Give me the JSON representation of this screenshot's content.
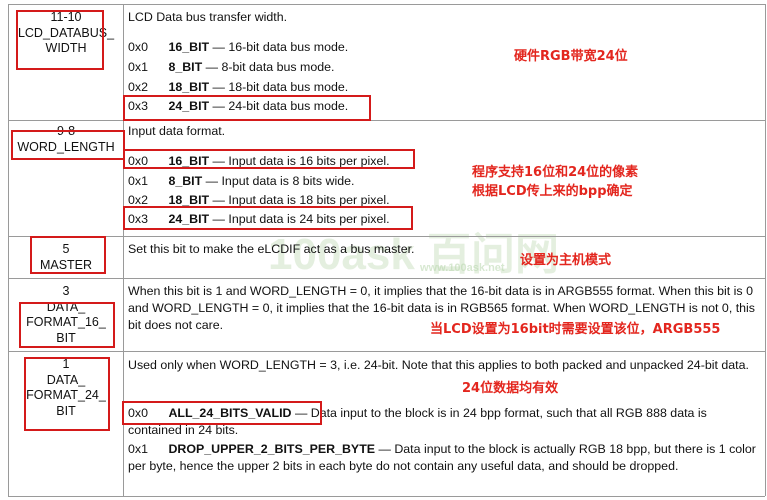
{
  "rows": [
    {
      "field_lines": [
        "11-10",
        "LCD_DATABUS_",
        "WIDTH"
      ],
      "description": "LCD Data bus transfer width.",
      "options": [
        {
          "code": "0x0",
          "name": "16_BIT",
          "desc": "— 16-bit data bus mode."
        },
        {
          "code": "0x1",
          "name": "8_BIT",
          "desc": "— 8-bit data bus mode."
        },
        {
          "code": "0x2",
          "name": "18_BIT",
          "desc": "— 18-bit data bus mode."
        },
        {
          "code": "0x3",
          "name": "24_BIT",
          "desc": "— 24-bit data bus mode."
        }
      ]
    },
    {
      "field_lines": [
        "9-8",
        "WORD_LENGTH"
      ],
      "description": "Input data format.",
      "options": [
        {
          "code": "0x0",
          "name": "16_BIT",
          "desc": "— Input data is 16 bits per pixel."
        },
        {
          "code": "0x1",
          "name": "8_BIT",
          "desc": "— Input data is 8 bits wide."
        },
        {
          "code": "0x2",
          "name": "18_BIT",
          "desc": "— Input data is 18 bits per pixel."
        },
        {
          "code": "0x3",
          "name": "24_BIT",
          "desc": "— Input data is 24 bits per pixel."
        }
      ]
    },
    {
      "field_lines": [
        "5",
        "MASTER"
      ],
      "description": "Set this bit to make the eLCDIF act as a bus master."
    },
    {
      "field_lines": [
        "3",
        "DATA_",
        "FORMAT_16_",
        "BIT"
      ],
      "description": "When this bit is 1 and WORD_LENGTH = 0, it implies that the 16-bit data is in ARGB555 format. When this bit is 0 and WORD_LENGTH = 0, it implies that the 16-bit data is in RGB565 format. When WORD_LENGTH is not 0, this bit does not care."
    },
    {
      "field_lines": [
        "1",
        "DATA_",
        "FORMAT_24_",
        "BIT"
      ],
      "description": "Used only when WORD_LENGTH = 3, i.e. 24-bit. Note that this applies to both packed and unpacked 24-bit data.",
      "options": [
        {
          "code": "0x0",
          "name": "ALL_24_BITS_VALID",
          "desc": "— Data input to the block is in 24 bpp format, such that all RGB 888 data is contained in 24 bits."
        },
        {
          "code": "0x1",
          "name": "DROP_UPPER_2_BITS_PER_BYTE",
          "desc": "— Data input to the block is actually RGB 18 bpp, but there is 1 color per byte, hence the upper 2 bits in each byte do not contain any useful data, and should be dropped."
        }
      ]
    }
  ],
  "annotations": {
    "bus_width": "硬件RGB带宽24位",
    "word_length_line1": "程序支持16位和24位的像素",
    "word_length_line2": "根据LCD传上来的bpp确定",
    "master": "设置为主机模式",
    "format16": "当LCD设置为16bit时需要设置该位，ARGB555",
    "format24": "24位数据均有效"
  },
  "watermark": {
    "logo_text": "100ask 百问网",
    "url": "www.100ask.net"
  },
  "colors": {
    "annotation_red": "#e3261e",
    "grid": "#9a9a9a"
  }
}
